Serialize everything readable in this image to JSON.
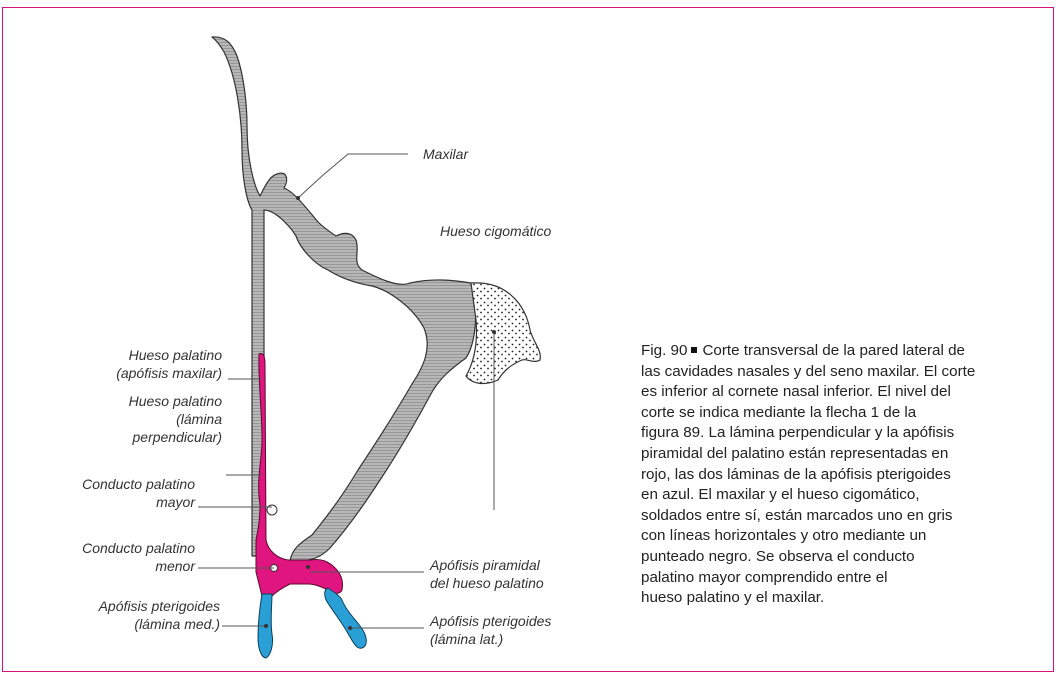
{
  "colors": {
    "frame": "#d4137b",
    "bone_gray": "#b5b5b5",
    "palatine": "#e0157f",
    "pterygoid": "#2a9fd6"
  },
  "labels": {
    "maxilar": "Maxilar",
    "hueso_cigomatico": "Hueso cigomático",
    "palatino_maxilar": [
      "Hueso palatino",
      "(apófisis maxilar)"
    ],
    "palatino_lamina": [
      "Hueso palatino",
      "(lámina",
      "perpendicular)"
    ],
    "conducto_mayor": [
      "Conducto palatino",
      "mayor"
    ],
    "conducto_menor": [
      "Conducto palatino",
      "menor"
    ],
    "pterigoides_med": [
      "Apófisis pterigoides",
      "(lámina med.)"
    ],
    "piramidal": [
      "Apófisis piramidal",
      "del hueso palatino"
    ],
    "pterigoides_lat": [
      "Apófisis pterigoides",
      "(lámina lat.)"
    ]
  },
  "caption": {
    "figure_number": "Fig. 90",
    "lines": [
      "Corte transversal de la pared lateral de",
      "las cavidades nasales y del seno maxilar. El corte",
      "es inferior al cornete nasal inferior. El nivel del",
      "corte se indica mediante la flecha 1 de la",
      "figura 89. La lámina perpendicular y la apófisis",
      "piramidal del palatino están representadas en",
      "rojo, las dos láminas de la apófisis pterigoides",
      "en azul. El maxilar y el hueso cigomático,",
      "soldados entre sí, están marcados uno en gris",
      "con líneas horizontales y otro mediante un",
      "punteado negro. Se observa el conducto",
      "palatino mayor comprendido entre el",
      "hueso palatino y el maxilar."
    ]
  }
}
